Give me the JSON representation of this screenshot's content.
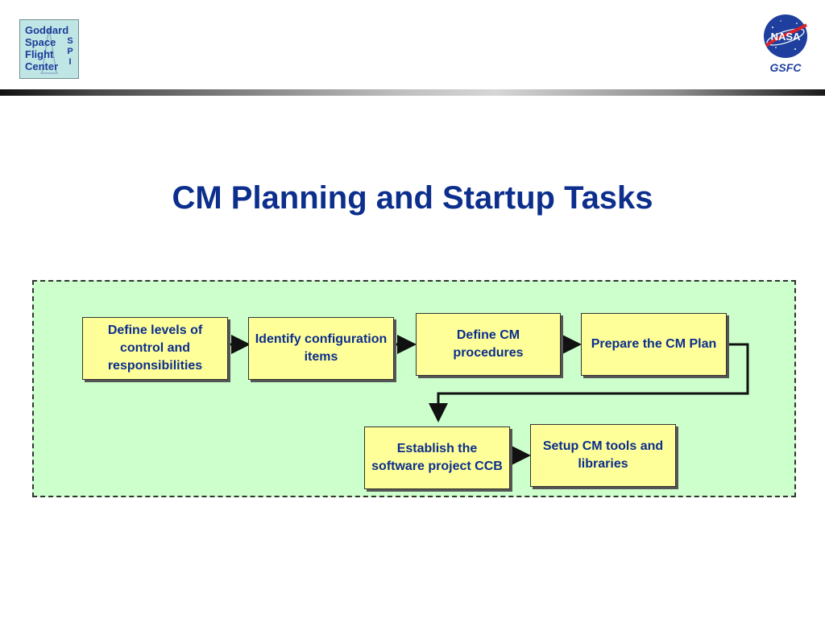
{
  "logo": {
    "lines": [
      "Goddard",
      "Space",
      "Flight",
      "Center"
    ],
    "spi_letters": [
      "S",
      "P",
      "I"
    ]
  },
  "nasa": {
    "text": "NASA",
    "label": "GSFC"
  },
  "title": "CM Planning and Startup Tasks",
  "colors": {
    "title": "#0c2e8c",
    "box_fill": "#ffff99",
    "panel_fill": "#ccffcc",
    "box_text": "#0c2e8c"
  },
  "diagram": {
    "tasks": [
      {
        "id": "define-levels",
        "label": "Define levels of control and responsibilities"
      },
      {
        "id": "identify-ci",
        "label": "Identify configuration items"
      },
      {
        "id": "define-procedures",
        "label": "Define CM procedures"
      },
      {
        "id": "prepare-plan",
        "label": "Prepare the CM Plan"
      },
      {
        "id": "establish-ccb",
        "label": "Establish the software project CCB"
      },
      {
        "id": "setup-tools",
        "label": "Setup CM tools and libraries"
      }
    ],
    "flow": [
      [
        "define-levels",
        "identify-ci"
      ],
      [
        "identify-ci",
        "define-procedures"
      ],
      [
        "define-procedures",
        "prepare-plan"
      ],
      [
        "prepare-plan",
        "establish-ccb"
      ],
      [
        "establish-ccb",
        "setup-tools"
      ]
    ]
  }
}
